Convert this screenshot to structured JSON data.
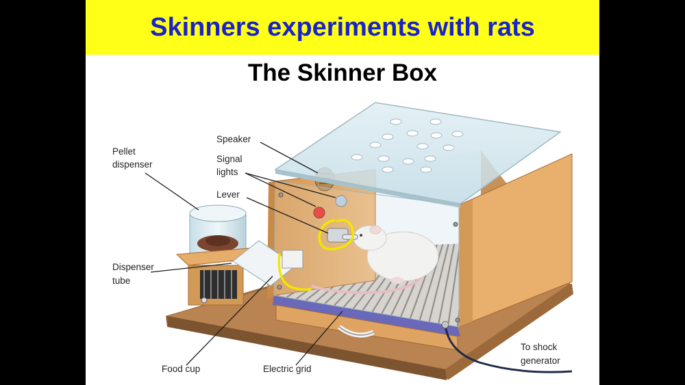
{
  "slide": {
    "title": "Skinners experiments with rats",
    "subtitle": "The Skinner Box"
  },
  "labels": {
    "pellet_dispenser": [
      "Pellet",
      "dispenser"
    ],
    "speaker": "Speaker",
    "signal_lights": [
      "Signal",
      "lights"
    ],
    "lever": "Lever",
    "dispenser_tube": [
      "Dispenser",
      "tube"
    ],
    "food_cup": "Food cup",
    "electric_grid": "Electric grid",
    "to_shock_generator": [
      "To shock",
      "generator"
    ]
  },
  "colors": {
    "title_band": "#ffff17",
    "title_text": "#1a23c9",
    "box_wood": "#e2a866",
    "annotation": "#f2e600"
  }
}
